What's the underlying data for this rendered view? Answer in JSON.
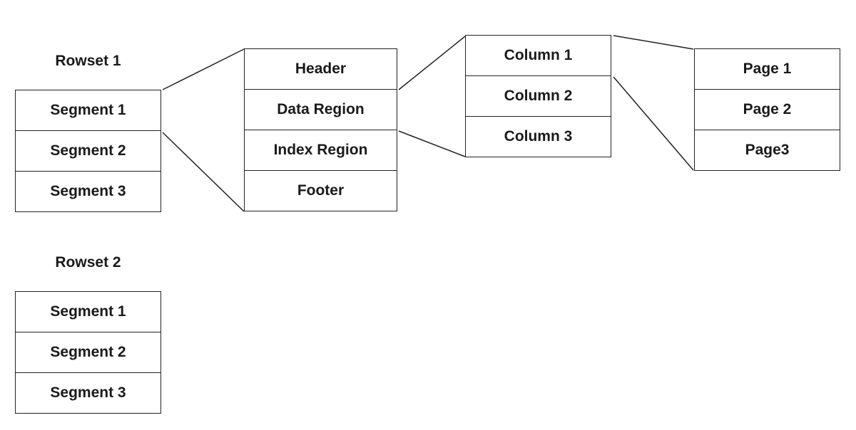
{
  "rowsets": [
    {
      "title": "Rowset 1",
      "segments": [
        "Segment 1",
        "Segment 2",
        "Segment 3"
      ]
    },
    {
      "title": "Rowset 2",
      "segments": [
        "Segment 1",
        "Segment 2",
        "Segment 3"
      ]
    }
  ],
  "segment_parts": [
    "Header",
    "Data Region",
    "Index Region",
    "Footer"
  ],
  "columns": [
    "Column 1",
    "Column 2",
    "Column 3"
  ],
  "pages": [
    "Page 1",
    "Page 2",
    "Page3"
  ]
}
